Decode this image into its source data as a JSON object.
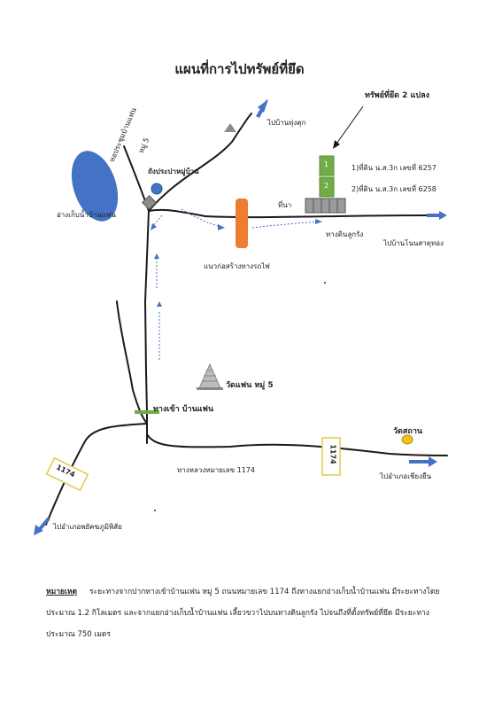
{
  "title": "แผนที่การไปทรัพย์ที่ยึด",
  "labels": {
    "asset_header": "ทรัพย์ที่ยึด 2 แปลง",
    "plot_1": "1)ที่ดิน น.ส.3ก เลขที่ 6257",
    "plot_2": "2)ที่ดิน น.ส.3ก เลขที่ 6258",
    "plot_1_num": "1",
    "plot_2_num": "2",
    "to_thung_kuk": "ไปบ้านทุ่งตุก",
    "village_hall": "หอประชุมบ้านแฟน",
    "village_hall_moo": "หมู่ 5",
    "water_tank": "ถังประปาหมู่บ้าน",
    "reservoir": "อ่างเก็บน้ำบ้านแฟน",
    "rice_field": "ที่นา",
    "dirt_road": "ทางดินลูกรัง",
    "to_nong_sa": "ไปบ้านโนนสาตุทอง",
    "railway": "แนวก่อสร้างทางรถไฟ",
    "temple_fan": "วัดแฟน หมู่ 5",
    "entrance": "ทางเข้า บ้านแฟน",
    "place_of_worship": "วัดสถาน",
    "route_1174_left": "1174",
    "route_1174_right": "1174",
    "highway": "ทางหลวงหมายเลข 1174",
    "to_chiang_yuen": "ไปอำเภอเชียงยืน",
    "to_phayakkhaphum": "ไปอำเภอพยัคฆภูมิพิสัย"
  },
  "legend": {
    "header": "หมายเหตุ",
    "text": "ระยะทางจากปากทางเข้าบ้านแฟน หมู่ 5 ถนนหมายเลข 1174 ถึงทางแยกอ่างเก็บน้ำบ้านแฟน มีระยะทางโดยประมาณ 1.2 กิโลเมตร และจากแยกอ่างเก็บน้ำบ้านแฟน เลี้ยวขวาไปบนทางดินลูกรัง ไปจนถึงที่ตั้งทรัพย์ที่ยึด มีระยะทางประมาณ 750 เมตร"
  },
  "colors": {
    "road": "#1a1a1a",
    "reservoir": "#4472c4",
    "plot": "#70ad47",
    "railway": "#ed7d31",
    "arrow": "#4472c4",
    "route_box_border": "#e6c84b",
    "temple_dot": "#f2c218"
  }
}
